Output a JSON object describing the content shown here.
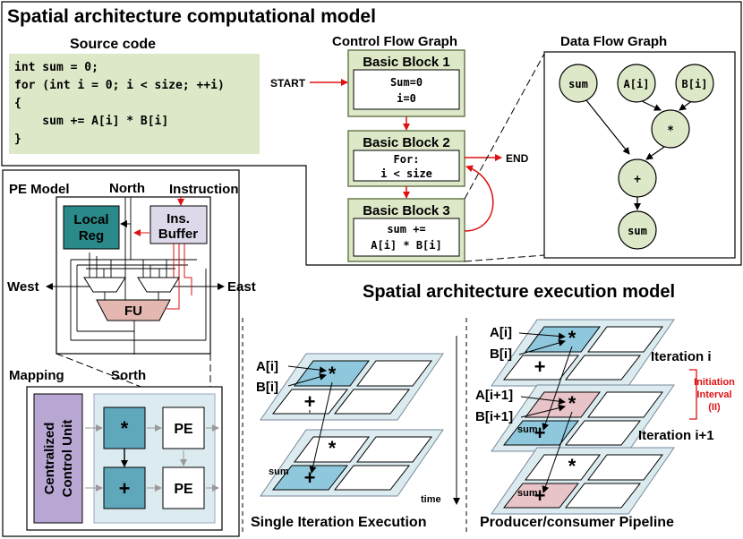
{
  "top_title": "Spatial architecture computational model",
  "source": {
    "heading": "Source code",
    "lines": [
      "int sum = 0;",
      "for (int i = 0; i < size; ++i)",
      "{",
      "    sum += A[i] * B[i]",
      "}"
    ]
  },
  "cfg": {
    "heading": "Control Flow Graph",
    "start": "START",
    "end": "END",
    "bb1": {
      "title": "Basic Block 1",
      "l1": "Sum=0",
      "l2": "i=0"
    },
    "bb2": {
      "title": "Basic Block 2",
      "l1": "For:",
      "l2": "i < size"
    },
    "bb3": {
      "title": "Basic Block 3",
      "l1": "sum +=",
      "l2": "A[i] * B[i]"
    }
  },
  "dfg": {
    "heading": "Data Flow Graph",
    "nodes": {
      "sum_in": "sum",
      "a": "A[i]",
      "b": "B[i]",
      "mul": "*",
      "add": "+",
      "sum_out": "sum"
    }
  },
  "pe_model": {
    "title": "PE Model",
    "north": "North",
    "sorth": "Sorth",
    "west": "West",
    "east": "East",
    "instruction": "Instruction",
    "local_reg_1": "Local",
    "local_reg_2": "Reg",
    "ins_buf_1": "Ins.",
    "ins_buf_2": "Buffer",
    "fu": "FU"
  },
  "mapping": {
    "title": "Mapping",
    "ccu_1": "Centralized",
    "ccu_2": "Control Unit",
    "mul": "*",
    "add": "+",
    "pe1": "PE",
    "pe2": "PE"
  },
  "exec": {
    "title": "Spatial architecture execution model",
    "single": {
      "a": "A[i]",
      "b": "B[i]",
      "mul": "*",
      "add": "+",
      "mul2": "*",
      "sum": "sum",
      "add2": "+",
      "time": "time",
      "caption": "Single Iteration Execution"
    },
    "pipeline": {
      "a": "A[i]",
      "b": "B[i]",
      "a1": "A[i+1]",
      "b1": "B[i+1]",
      "iter_i": "Iteration i",
      "iter_i1": "Iteration i+1",
      "ii_1": "Initiation",
      "ii_2": "Interval",
      "ii_3": "(II)",
      "mul": "*",
      "add": "+",
      "sum1": "sum",
      "sum2": "sum",
      "caption": "Producer/consumer Pipeline"
    }
  },
  "colors": {
    "green": "#dde8c8",
    "green_stroke": "#7a8c5a",
    "teal": "#2a8a8a",
    "lavender": "#ddd8ea",
    "purple": "#b7a7d2",
    "light_blue": "#dcebf0",
    "blue_cell": "#8fc8dd",
    "pink": "#e8c3c8",
    "fu_pink": "#e4b8b0",
    "red": "#dd1111"
  }
}
